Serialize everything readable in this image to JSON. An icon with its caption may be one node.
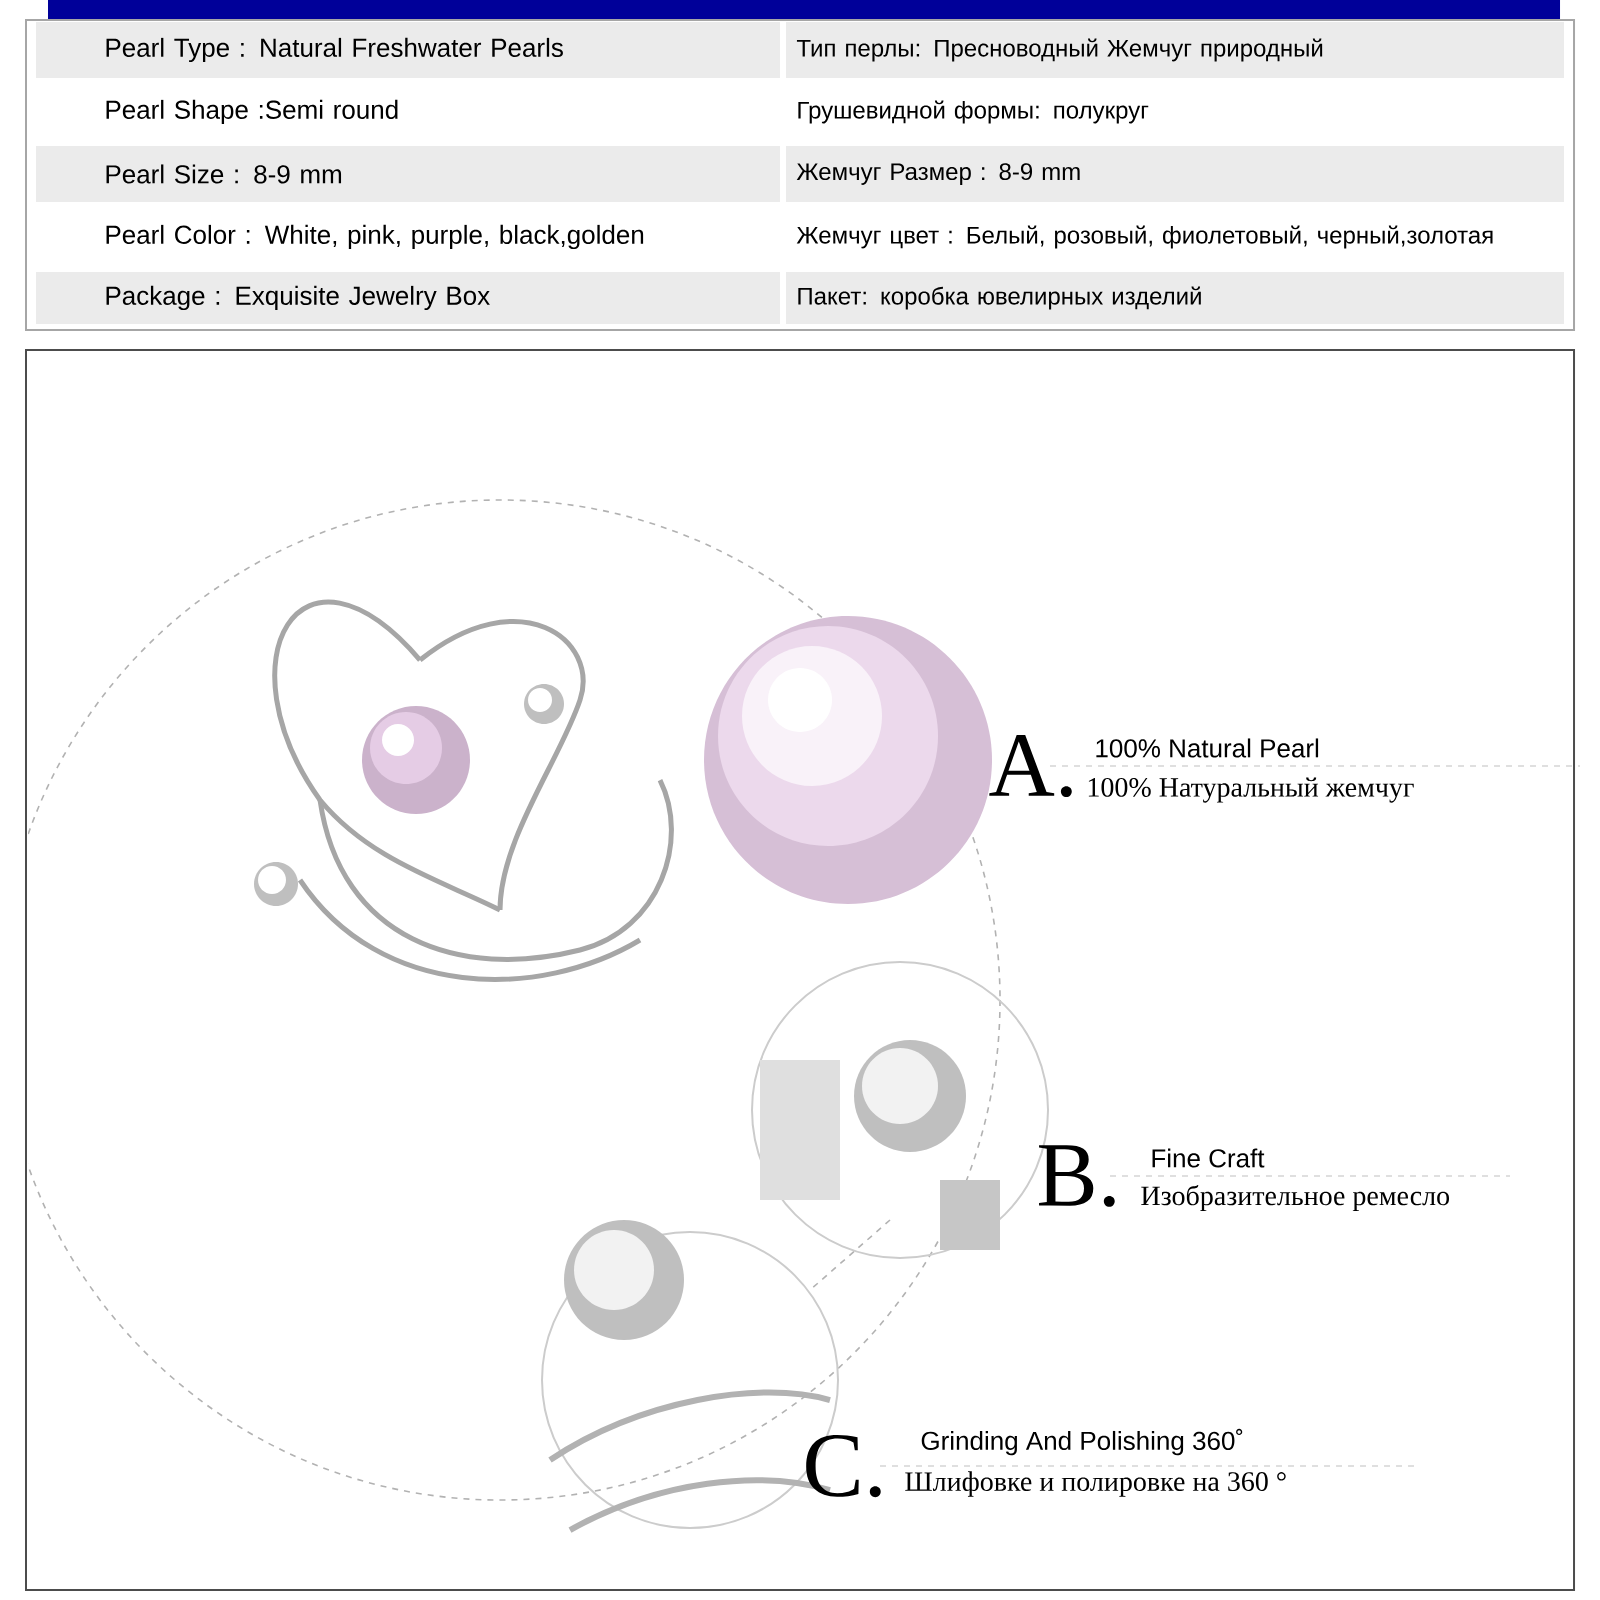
{
  "diagram": {
    "labels": [
      "Pearl Type : Natural Freshwater Pearls",
      "Тип перлы: Пресноводный Жемчуг природный",
      "Pearl Shape :Semi round",
      "Грушевидной формы: полукруг",
      "Pearl Size : 8-9 mm",
      "Жемчуг Размер : 8-9 mm",
      "Pearl Color : White, pink, purple, black,golden",
      "Жемчуг цвет : Белый, розовый, фиолетовый, черный,золотая",
      "Package : Exquisite Jewelry Box",
      "Пакет: коробка ювелирных изделий",
      "A.",
      "100% Natural Pearl",
      "100% Натуральный жемчуг",
      "B.",
      "Fine Craft",
      "Изобразительное ремесло",
      "C.",
      "Grinding And Polishing 360˚",
      "Шлифовке и полировке на 360 °"
    ]
  }
}
